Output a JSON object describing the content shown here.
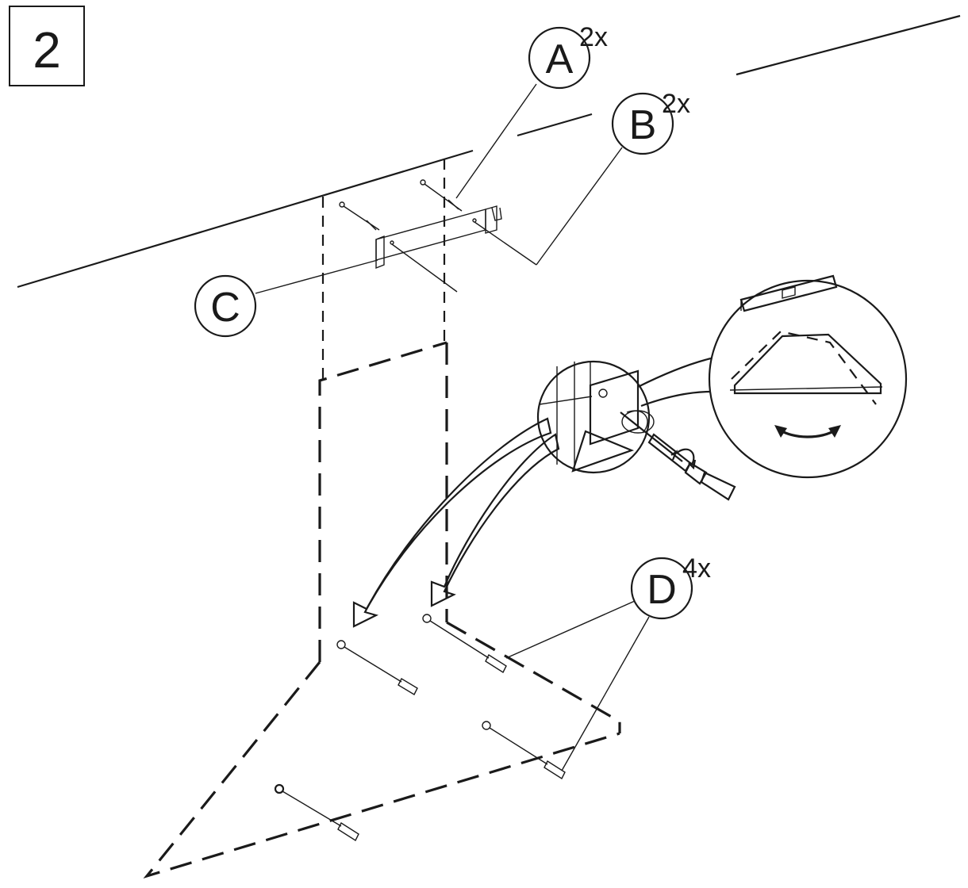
{
  "step": {
    "number": "2"
  },
  "callouts": [
    {
      "letter": "A",
      "qty": "2x"
    },
    {
      "letter": "B",
      "qty": "2x"
    },
    {
      "letter": "C",
      "qty": ""
    },
    {
      "letter": "D",
      "qty": "4x"
    }
  ],
  "colors": {
    "ink": "#1a1a1a",
    "background": "#ffffff"
  },
  "icons": [
    "screwdriver-icon",
    "rotate-arrow-icon",
    "spirit-level-icon",
    "wall-plug-icon",
    "screw-icon"
  ]
}
